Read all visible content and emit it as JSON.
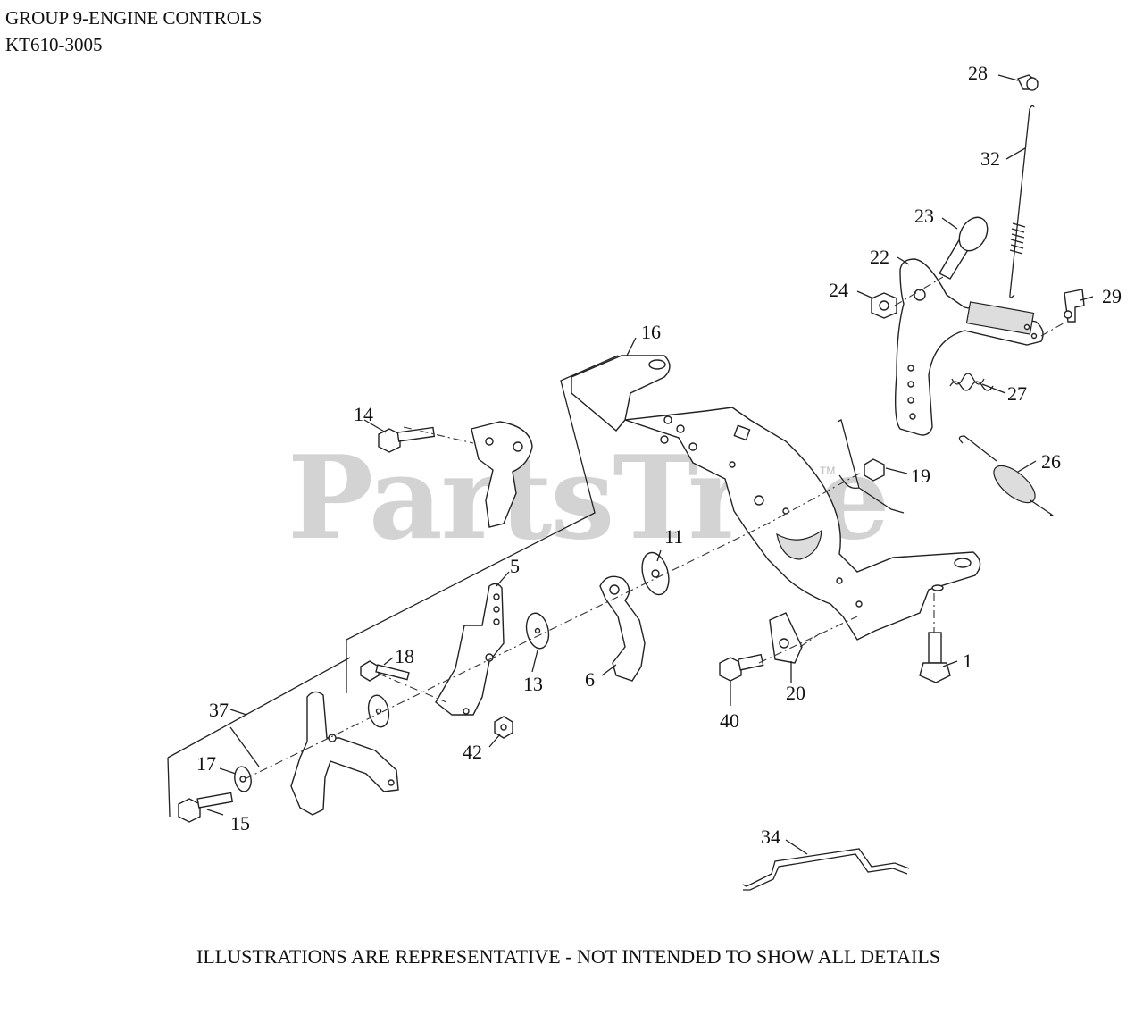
{
  "header": {
    "title": "GROUP 9-ENGINE CONTROLS",
    "model": "KT610-3005"
  },
  "footer": {
    "note": "ILLUSTRATIONS ARE REPRESENTATIVE - NOT INTENDED TO SHOW ALL DETAILS"
  },
  "watermark": {
    "text": "PartsTree",
    "trademark": "TM"
  },
  "callouts": [
    "28",
    "32",
    "23",
    "22",
    "24",
    "29",
    "16",
    "27",
    "14",
    "26",
    "19",
    "11",
    "5",
    "18",
    "1",
    "13",
    "6",
    "37",
    "20",
    "40",
    "42",
    "17",
    "15",
    "34"
  ]
}
